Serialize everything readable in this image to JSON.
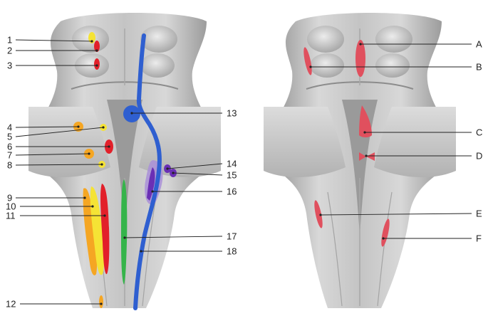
{
  "colors": {
    "red": "#e2202a",
    "yellow": "#f5e335",
    "orange": "#f5a623",
    "blue": "#2f5fd0",
    "green": "#35b44a",
    "purple": "#6a2fb5",
    "lavender": "#a98fd8",
    "pink": "#e0505e",
    "tissue": "#bdbdbd"
  },
  "left_labels": [
    "1",
    "2",
    "3",
    "4",
    "5",
    "6",
    "7",
    "8",
    "9",
    "10",
    "11",
    "12",
    "13",
    "14",
    "15",
    "16",
    "17",
    "18"
  ],
  "right_labels": [
    "A",
    "B",
    "C",
    "D",
    "E",
    "F"
  ]
}
